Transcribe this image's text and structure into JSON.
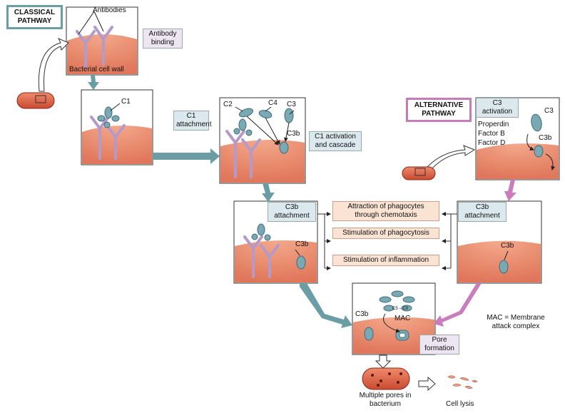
{
  "pathways": {
    "classical": "CLASSICAL PATHWAY",
    "alternative": "ALTERNATIVE PATHWAY"
  },
  "panel1": {
    "antibodies_label": "Antibodies",
    "cell_wall_label": "Bacterial cell wall",
    "step_caption": "Antibody binding"
  },
  "panel2": {
    "c1_label": "C1",
    "step_caption": "C1 attachment"
  },
  "panel3": {
    "c2_label": "C2",
    "c4_label": "C4",
    "c3_label": "C3",
    "c3b_label": "C3b",
    "step_caption": "C1 activation and cascade"
  },
  "panel_alt": {
    "step_caption": "C3 activation",
    "c3_label": "C3",
    "properdin": "Properdin",
    "factor_b": "Factor B",
    "factor_d": "Factor D",
    "c3b_label": "C3b"
  },
  "panel4": {
    "step_caption": "C3b attachment",
    "c3b_label": "C3b"
  },
  "panel5": {
    "step_caption": "C3b attachment",
    "c3b_label": "C3b"
  },
  "outcomes": {
    "chemotaxis": "Attraction of phagocytes through chemotaxis",
    "phagocytosis": "Stimulation of phagocytosis",
    "inflammation": "Stimulation of inflammation"
  },
  "panel6": {
    "c3b_label": "C3b",
    "c5c9_label": "C5 – C9",
    "mac_label": "MAC",
    "step_caption": "Pore formation"
  },
  "legend": {
    "mac_definition": "MAC = Membrane attack complex"
  },
  "final": {
    "multiple_pores": "Multiple pores in bacterium",
    "cell_lysis": "Cell lysis"
  },
  "colors": {
    "classical_border": "#6a9ea4",
    "alternative_border": "#c57cb8",
    "classical_arrow": "#6a9ea4",
    "alternative_arrow": "#c97dbd",
    "cell_wall": "#e98a6a",
    "antibody": "#b49ac8",
    "complement": "#7aa8b3",
    "bacterium": "#e0654a",
    "caption_lavender": "#ede6f2",
    "caption_blue": "#dbe9ee",
    "caption_peach": "#fbe3d4"
  }
}
